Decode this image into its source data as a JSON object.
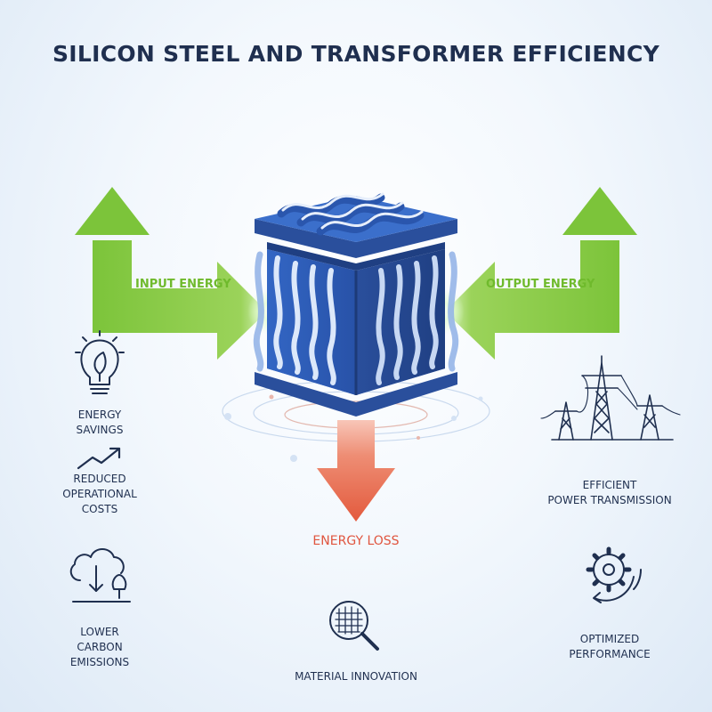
{
  "title": "SILICON STEEL AND TRANSFORMER EFFICIENCY",
  "flows": {
    "input": "INPUT ENERGY",
    "output": "OUTPUT ENERGY",
    "loss": "ENERGY LOSS"
  },
  "benefits": {
    "energy_savings": [
      "ENERGY",
      "SAVINGS"
    ],
    "reduced_costs": [
      "REDUCED",
      "OPERATIONAL",
      "COSTS"
    ],
    "lower_emissions": [
      "LOWER",
      "CARBON",
      "EMISSIONS"
    ],
    "material_innovation": [
      "MATERIAL INNOVATION"
    ],
    "power_transmission": [
      "EFFICIENT",
      "POWER TRANSMISSION"
    ],
    "optimized_performance": [
      "OPTIMIZED",
      "PERFORMANCE"
    ]
  },
  "icons": {
    "energy_savings": "lightbulb-leaf-icon",
    "reduced_costs": "trend-up-arrow-icon",
    "lower_emissions": "cloud-tree-icon",
    "material_innovation": "magnifier-grid-icon",
    "power_transmission": "transmission-towers-icon",
    "optimized_performance": "gear-cycle-icon"
  },
  "colors": {
    "title": "#1f2f4f",
    "input_arrow": "#7cc43a",
    "output_arrow": "#7cc43a",
    "loss_arrow": "#e8664c",
    "core": "#2f5fb8",
    "icon_stroke": "#1f2f4f"
  }
}
